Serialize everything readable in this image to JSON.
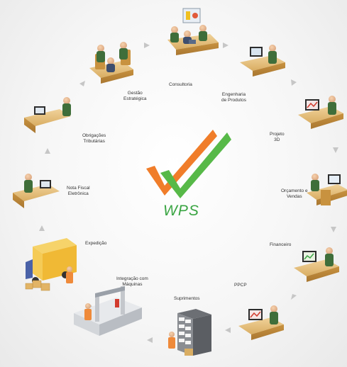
{
  "brand": {
    "name": "WPS",
    "colors": {
      "orange": "#f07d2a",
      "green": "#57b948",
      "text_green": "#3aa543",
      "arrow": "#c6c6c6"
    }
  },
  "stations": [
    {
      "label": "Consultoria",
      "icon": "meeting-presentation-icon"
    },
    {
      "label": "Engenharia\nde Produtos",
      "icon": "computer-workstation-icon"
    },
    {
      "label": "Projeto\n3D",
      "icon": "cad-workstation-icon"
    },
    {
      "label": "Orçamento e\nVendas",
      "icon": "sales-workstation-icon"
    },
    {
      "label": "Financeiro",
      "icon": "finance-workstation-icon"
    },
    {
      "label": "PPCP",
      "icon": "planning-workstation-icon"
    },
    {
      "label": "Suprimentos",
      "icon": "warehouse-shelves-icon"
    },
    {
      "label": "Integração com\nMáquinas",
      "icon": "cnc-machine-icon"
    },
    {
      "label": "Expedição",
      "icon": "delivery-truck-icon"
    },
    {
      "label": "Nota Fiscal\nEletrônica",
      "icon": "invoice-workstation-icon"
    },
    {
      "label": "Obrigações\nTributárias",
      "icon": "tax-workstation-icon"
    },
    {
      "label": "Gestão\nEstratégica",
      "icon": "management-meeting-icon"
    }
  ]
}
